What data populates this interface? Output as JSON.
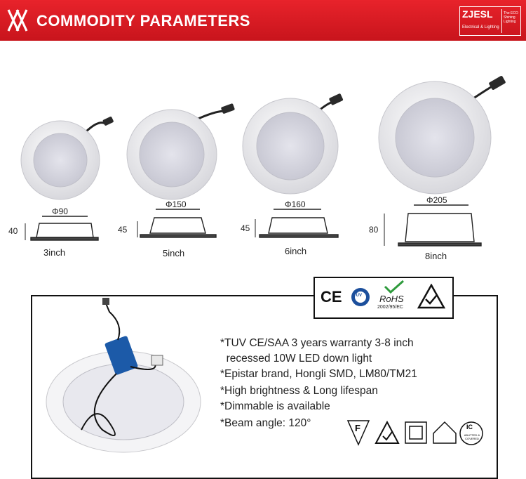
{
  "banner": {
    "title": "COMMODITY PARAMETERS",
    "bg_color": "#d81b22",
    "logo_brand": "ZJESL",
    "logo_sub": "Electrical & Lighting",
    "logo_slogan": "The ECO Shining Lighting"
  },
  "lamps": [
    {
      "size": "3inch",
      "diameter": "Φ90",
      "height": "40"
    },
    {
      "size": "5inch",
      "diameter": "Φ150",
      "height": "45"
    },
    {
      "size": "6inch",
      "diameter": "Φ160",
      "height": "45"
    },
    {
      "size": "8inch",
      "diameter": "Φ205",
      "height": "80"
    }
  ],
  "certs_top": {
    "ce": "CE",
    "tuv": "TÜV",
    "rohs": "RoHS",
    "rohs_code": "2002/95/EC"
  },
  "features": [
    "*TUV CE/SAA 3 years warranty 3-8 inch",
    "  recessed 10W LED down light",
    "*Epistar brand, Hongli SMD, LM80/TM21",
    "*High brightness & Long lifespan",
    "*Dimmable is available",
    "*Beam angle: 120°"
  ],
  "certs_bottom": {
    "f_mark": "F",
    "ic_mark": "IC",
    "ic_sub": "ABUTTED & COVERED"
  }
}
